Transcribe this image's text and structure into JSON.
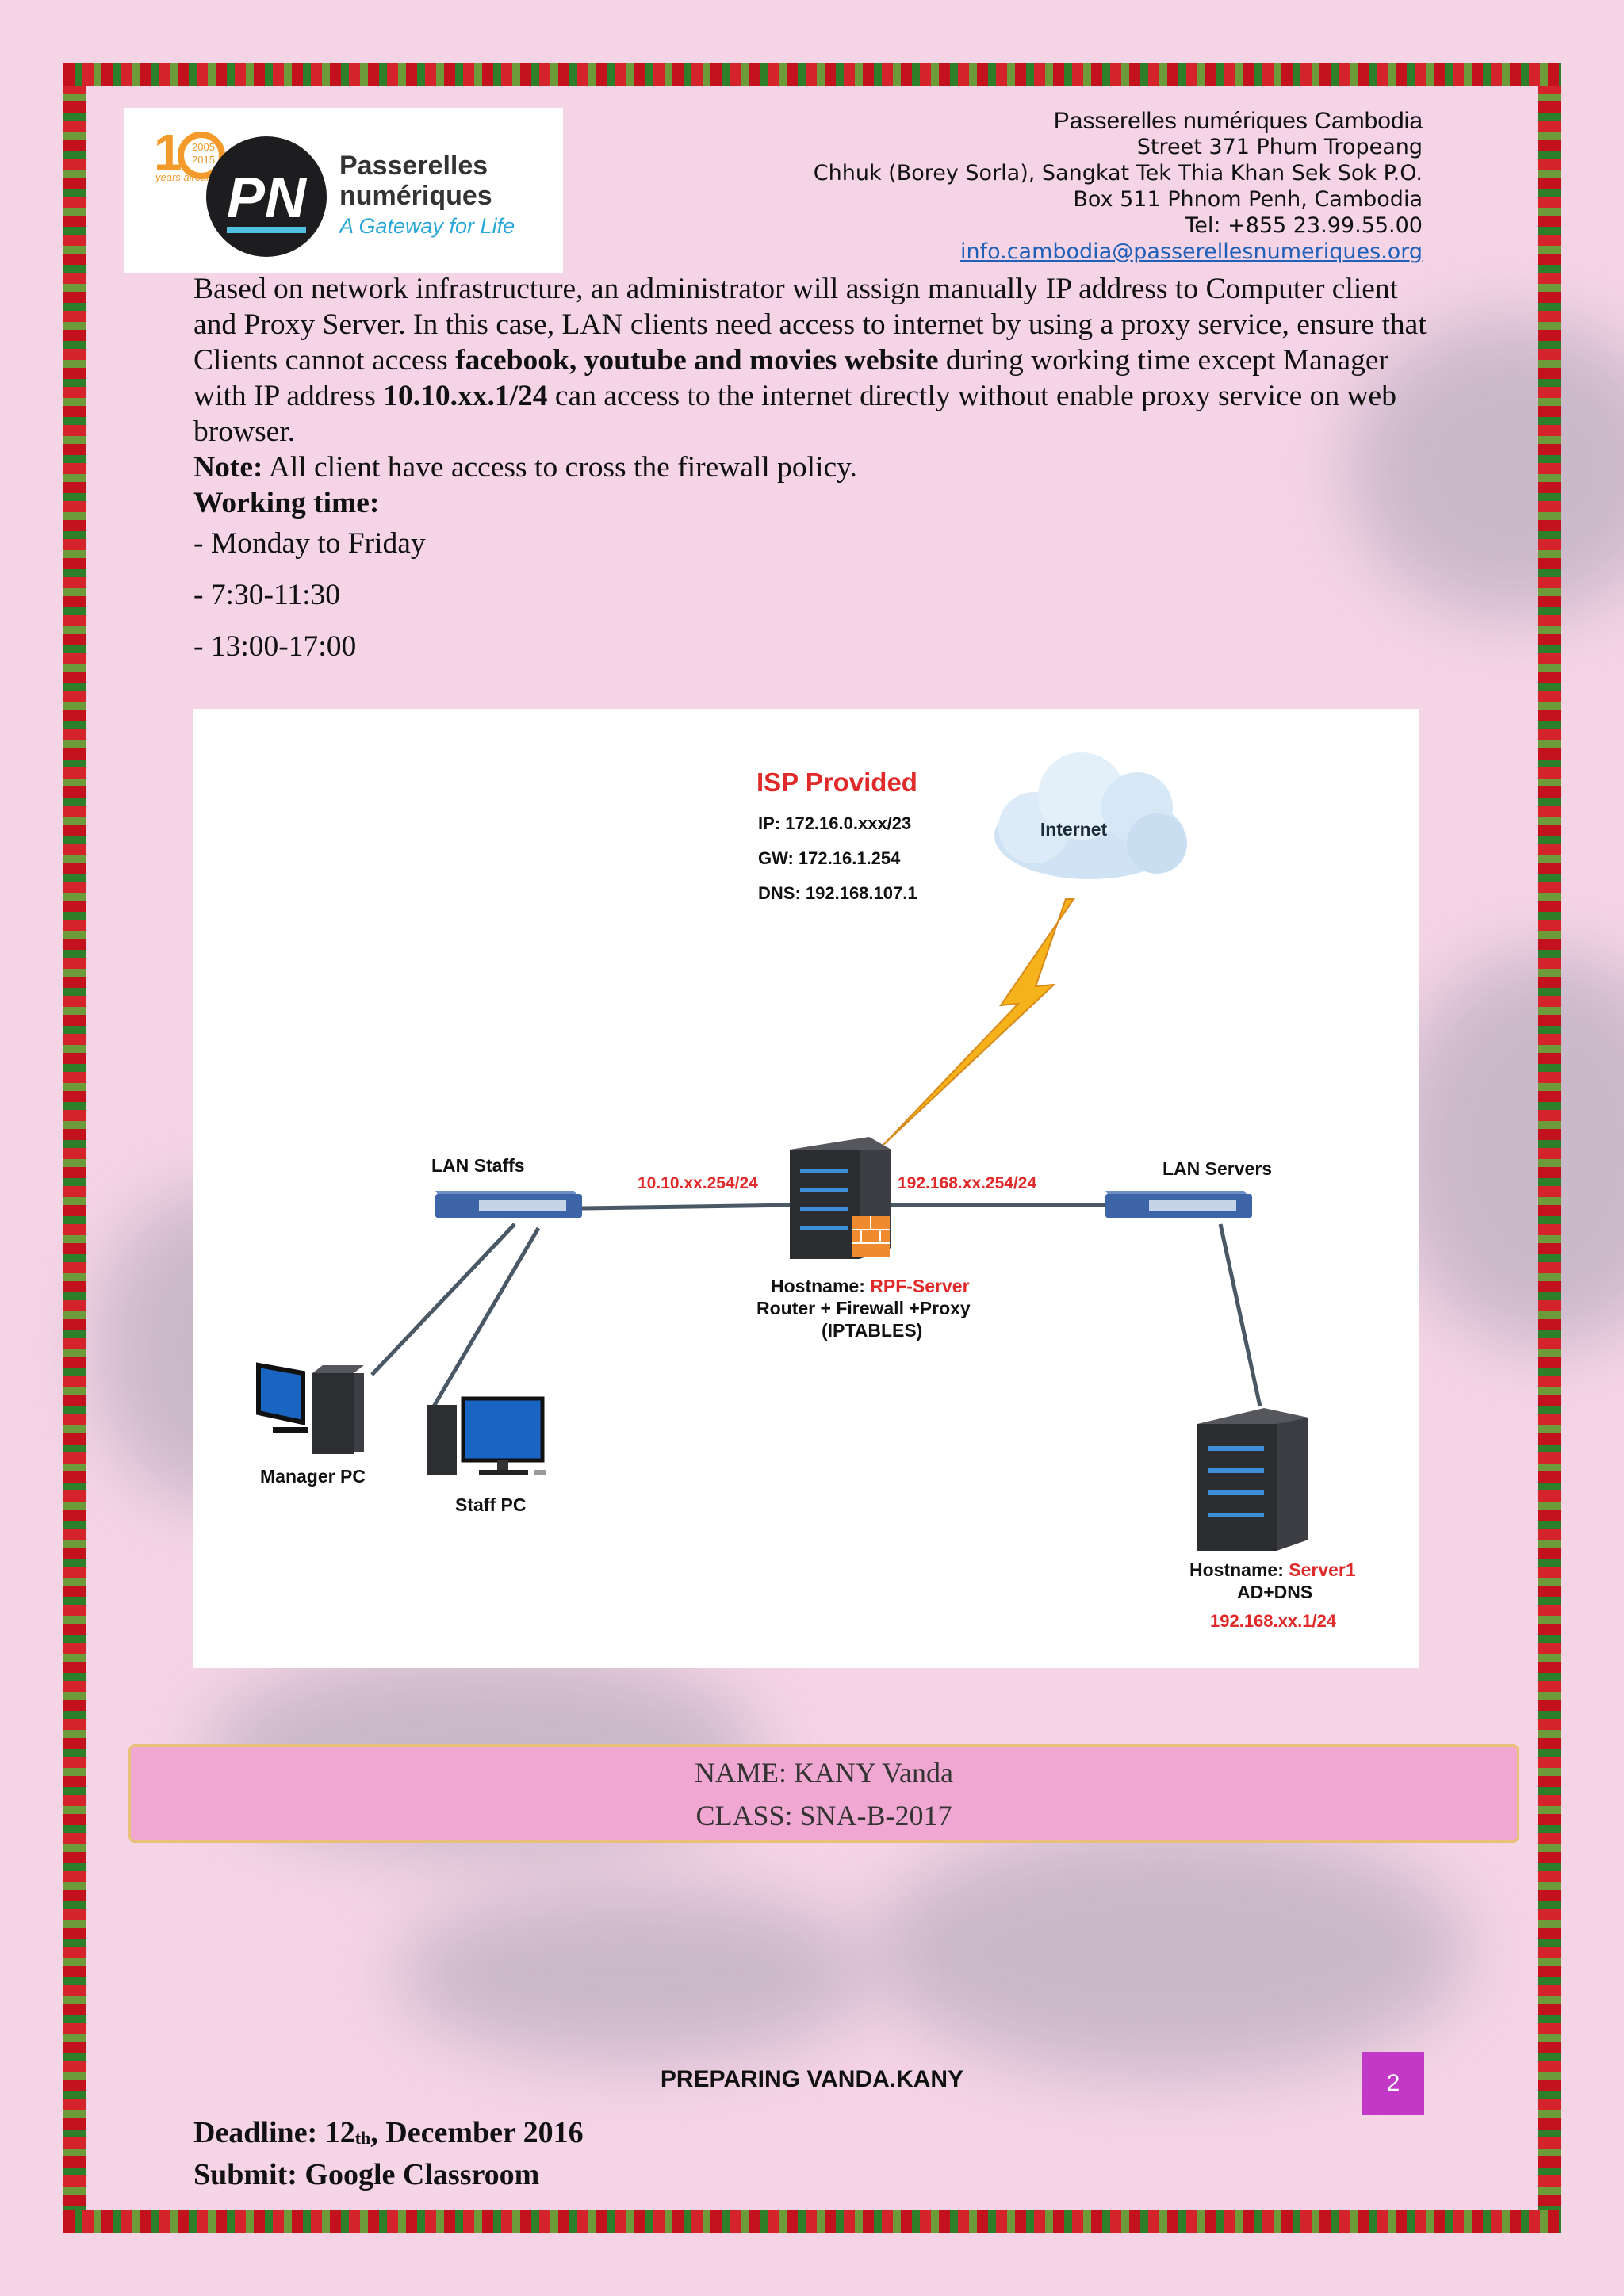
{
  "header": {
    "org": "Passerelles numériques Cambodia",
    "line1": "Street 371 Phum Tropeang",
    "line2": "Chhuk (Borey Sorla), Sangkat Tek Thia Khan Sek Sok P.O.",
    "line3": "Box 511 Phnom Penh, Cambodia",
    "tel": "Tel: +855 23.99.55.00",
    "email": "info.cambodia@passerellesnumeriques.org"
  },
  "logo": {
    "years_top": "2005",
    "years_bottom": "2015",
    "years_already": "years already",
    "initials": "PN",
    "name1": "Passerelles",
    "name2": "numériques",
    "tagline": "A Gateway for Life"
  },
  "body": {
    "p1_a": "Based on network infrastructure, an administrator will assign manually IP address to Computer client and Proxy Server. In this case, LAN clients need access to internet by using a proxy service, ensure that Clients cannot access ",
    "p1_bold": "facebook, youtube and movies website",
    "p1_b": " during working time except Manager with IP address ",
    "p1_ip": "10.10.xx.1/24",
    "p1_c": " can access to the internet directly without enable proxy service on web browser.",
    "note_label": "Note:",
    "note_text": " All client have access to cross the firewall policy.",
    "working_time": "Working time:",
    "bullets": [
      "- Monday to Friday",
      "- 7:30-11:30",
      "- 13:00-17:00"
    ]
  },
  "diagram": {
    "isp_title": "ISP Provided",
    "isp_ip": "IP: 172.16.0.xxx/23",
    "isp_gw": "GW: 172.16.1.254",
    "isp_dns": "DNS: 192.168.107.1",
    "internet": "Internet",
    "lan_staffs": "LAN Staffs",
    "lan_servers": "LAN Servers",
    "left_ip": "10.10.xx.254/24",
    "right_ip": "192.168.xx.254/24",
    "hostname_label": "Hostname: ",
    "router_name": "RPF-Server",
    "router_role": "Router + Firewall +Proxy",
    "router_sub": "(IPTABLES)",
    "manager_pc": "Manager PC",
    "staff_pc": "Staff PC",
    "server_name": "Server1",
    "server_role": "AD+DNS",
    "server_ip": "192.168.xx.1/24"
  },
  "ribbon": {
    "name": "NAME: KANY Vanda",
    "class": "CLASS: SNA-B-2017"
  },
  "footer": {
    "center": "PREPARING VANDA.KANY",
    "page": "2"
  },
  "deadline": {
    "label": "Deadline: 12",
    "sup": "th",
    "rest": ", December 2016",
    "submit": "Submit: Google Classroom"
  }
}
